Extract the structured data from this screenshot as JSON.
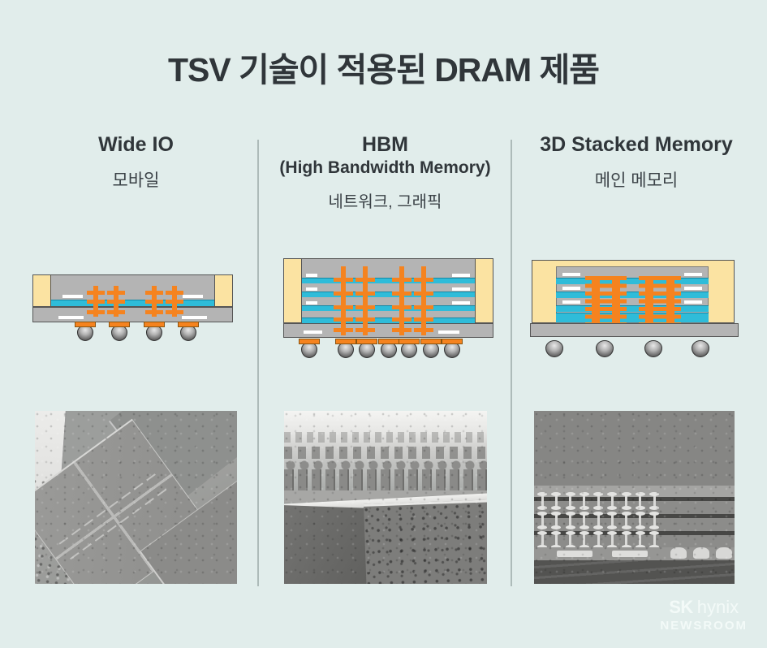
{
  "title": "TSV 기술이 적용된 DRAM 제품",
  "columns": [
    {
      "title": "Wide IO",
      "subtitle": "모바일"
    },
    {
      "title": "HBM",
      "subtitle": "(High Bandwidth Memory)",
      "subtitle2": "네트워크, 그래픽"
    },
    {
      "title": "3D Stacked Memory",
      "subtitle": "메인 메모리"
    }
  ],
  "diagrams": {
    "wide_io": {
      "die_layers": 1,
      "tsv_columns": 4,
      "solder_balls": 4
    },
    "hbm": {
      "die_layers": 4,
      "tsv_columns": 4,
      "solder_balls": 7
    },
    "stacked": {
      "die_layers": 4,
      "tsv_columns": 4,
      "solder_balls": 4
    }
  },
  "photos": {
    "stacked_tsv_pillars": 27
  },
  "footer": {
    "brand_bold": "SK",
    "brand_light": "hynix",
    "sub": "NEWSROOM"
  },
  "colors": {
    "bg": "#e1edeb",
    "ink": "#30363a",
    "divider": "#8b9a97",
    "orange": "#f5831f",
    "cyan": "#2fbcd9",
    "pkg_gray": "#b4b4b4",
    "cream": "#fbe3a2",
    "outline": "#555555",
    "pad_white": "#ffffff",
    "logo": "#f3faf8"
  }
}
